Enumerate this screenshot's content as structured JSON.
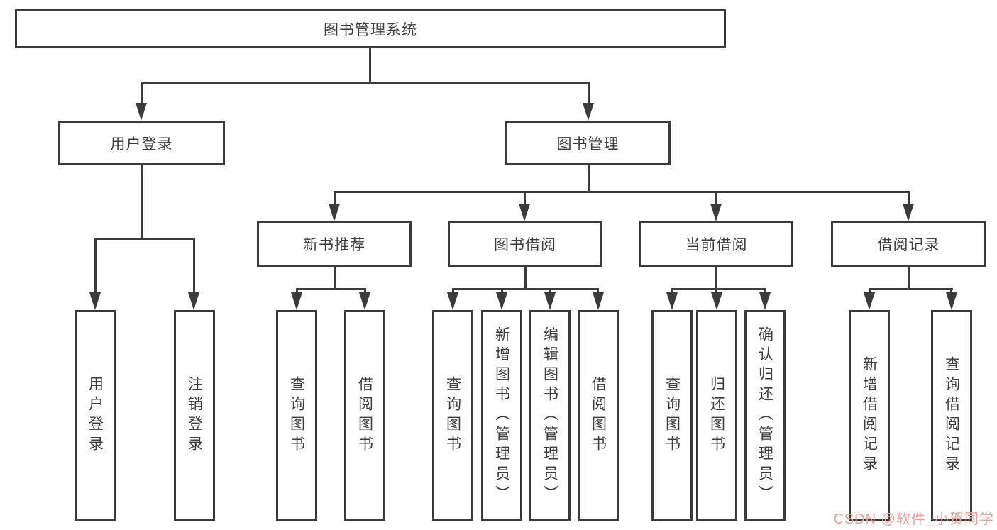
{
  "diagram": {
    "root": {
      "label": "图书管理系统"
    },
    "branches": [
      {
        "label": "用户登录",
        "children": [
          {
            "label": "用户登录"
          },
          {
            "label": "注销登录"
          }
        ]
      },
      {
        "label": "图书管理",
        "children": [
          {
            "label": "新书推荐",
            "children": [
              {
                "label": "查询图书"
              },
              {
                "label": "借阅图书"
              }
            ]
          },
          {
            "label": "图书借阅",
            "children": [
              {
                "label": "查询图书"
              },
              {
                "label": "新增图书（管理员）"
              },
              {
                "label": "编辑图书（管理员）"
              },
              {
                "label": "借阅图书"
              }
            ]
          },
          {
            "label": "当前借阅",
            "children": [
              {
                "label": "查询图书"
              },
              {
                "label": "归还图书"
              },
              {
                "label": "确认归还（管理员）"
              }
            ]
          },
          {
            "label": "借阅记录",
            "children": [
              {
                "label": "新增借阅记录"
              },
              {
                "label": "查询借阅记录"
              }
            ]
          }
        ]
      }
    ]
  },
  "watermark": {
    "text": "CSDN @软件_小贺同学"
  },
  "colors": {
    "line": "#3b3b3b",
    "text": "#3c3c3c",
    "box_fill": "#ffffff",
    "background": "#ffffff",
    "watermark": "#f0a09c"
  }
}
